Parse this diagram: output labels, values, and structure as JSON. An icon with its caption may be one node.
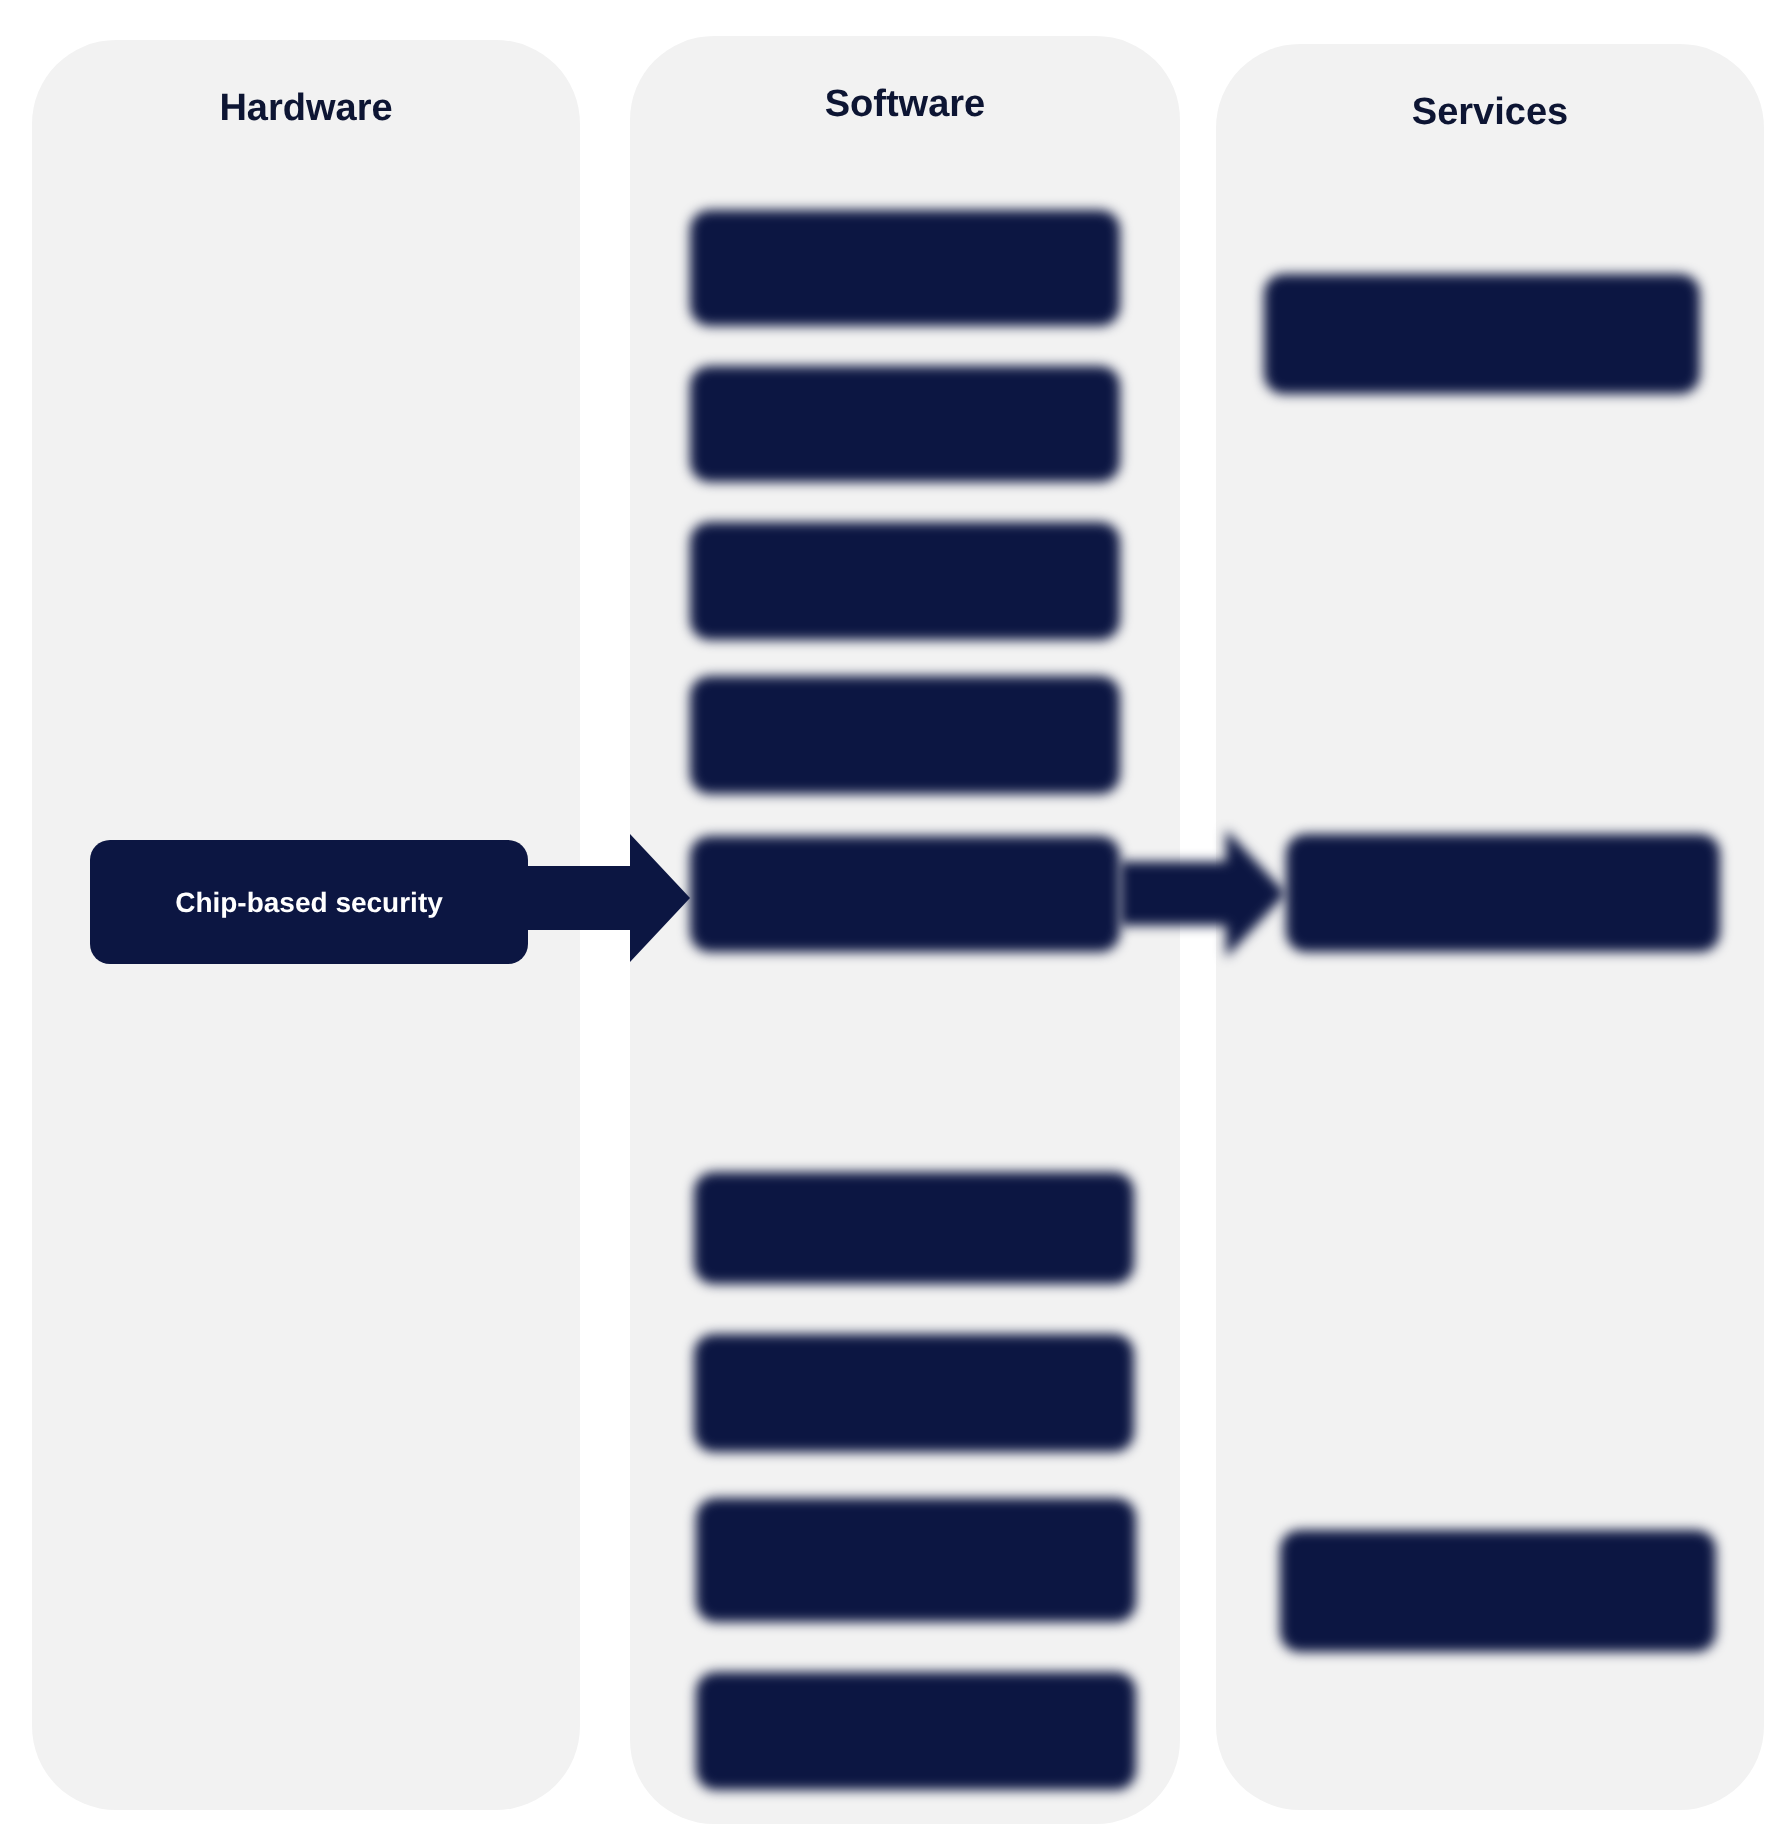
{
  "diagram": {
    "nodes": [
      {
        "text": [
          "Hardware"
        ]
      },
      {
        "text": [
          "Chip-based security"
        ],
        "in": 0
      },
      {
        "text": [
          "Software"
        ]
      },
      {
        "text": [],
        "shape": "box",
        "in": 2
      },
      {
        "text": [],
        "shape": "box",
        "in": 2
      },
      {
        "text": [],
        "shape": "box",
        "in": 2
      },
      {
        "text": [],
        "shape": "box",
        "in": 2
      },
      {
        "text": [],
        "shape": "box",
        "in": 2
      },
      {
        "text": [],
        "shape": "box",
        "in": 2
      },
      {
        "text": [],
        "shape": "box",
        "in": 2
      },
      {
        "text": [],
        "shape": "box",
        "in": 2
      },
      {
        "text": [],
        "shape": "box",
        "in": 2
      },
      {
        "text": [
          "Services"
        ]
      },
      {
        "text": [],
        "shape": "box",
        "in": 12
      },
      {
        "text": [],
        "shape": "box",
        "in": 12
      },
      {
        "text": [],
        "shape": "box",
        "in": 12
      }
    ],
    "edges": [
      {
        "from": 1,
        "to": 7,
        "arrow": "to",
        "style": "thick"
      },
      {
        "from": 7,
        "to": 14,
        "arrow": "to",
        "style": "thick"
      }
    ]
  }
}
